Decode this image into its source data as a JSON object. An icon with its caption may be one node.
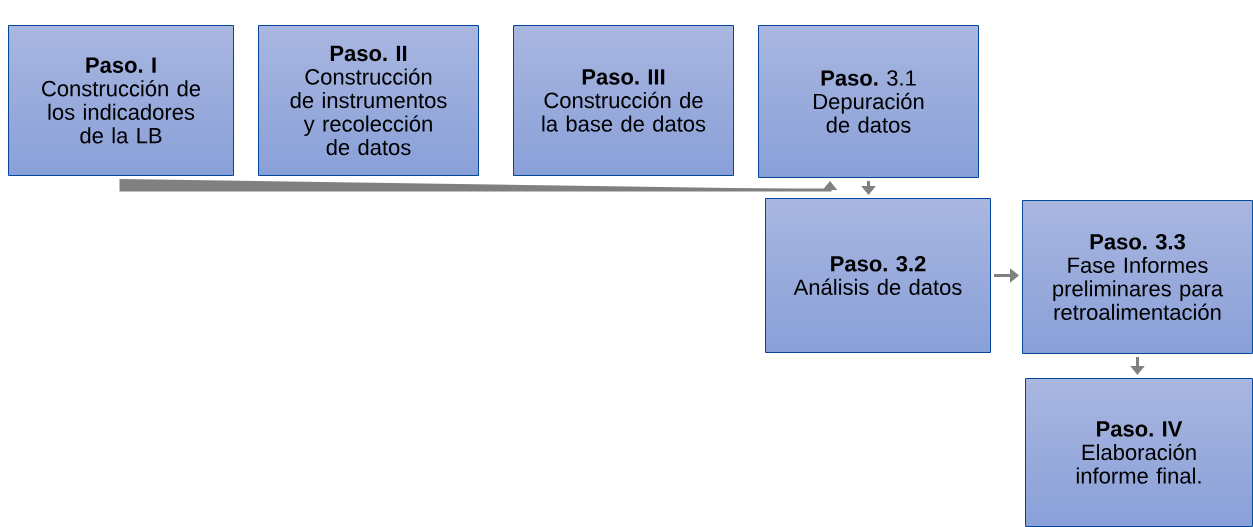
{
  "diagram": {
    "nodes": [
      {
        "text": [
          "Paso. I",
          "Construcción de los indicadores de la LB"
        ]
      },
      {
        "text": [
          "Paso. II",
          "Construcción de instrumentos y recolección de datos"
        ]
      },
      {
        "text": [
          "Paso. III",
          "Construcción de la base de datos"
        ]
      },
      {
        "text": [
          "**Paso.** 3.1 Depuración de datos"
        ]
      },
      {
        "text": [
          "Paso. 3.2",
          "Análisis de datos"
        ]
      },
      {
        "text": [
          "**Paso. 3.3** Fase Informes preliminares para retroalimentación"
        ]
      },
      {
        "text": [
          "Paso. IV",
          "Elaboración informe final."
        ]
      }
    ],
    "edges": [
      {
        "from": 0,
        "to": 3,
        "arrow": "to"
      },
      {
        "from": 3,
        "to": 4,
        "arrow": "to"
      },
      {
        "from": 4,
        "to": 5,
        "arrow": "to"
      },
      {
        "from": 5,
        "to": 6,
        "arrow": "to"
      }
    ]
  }
}
